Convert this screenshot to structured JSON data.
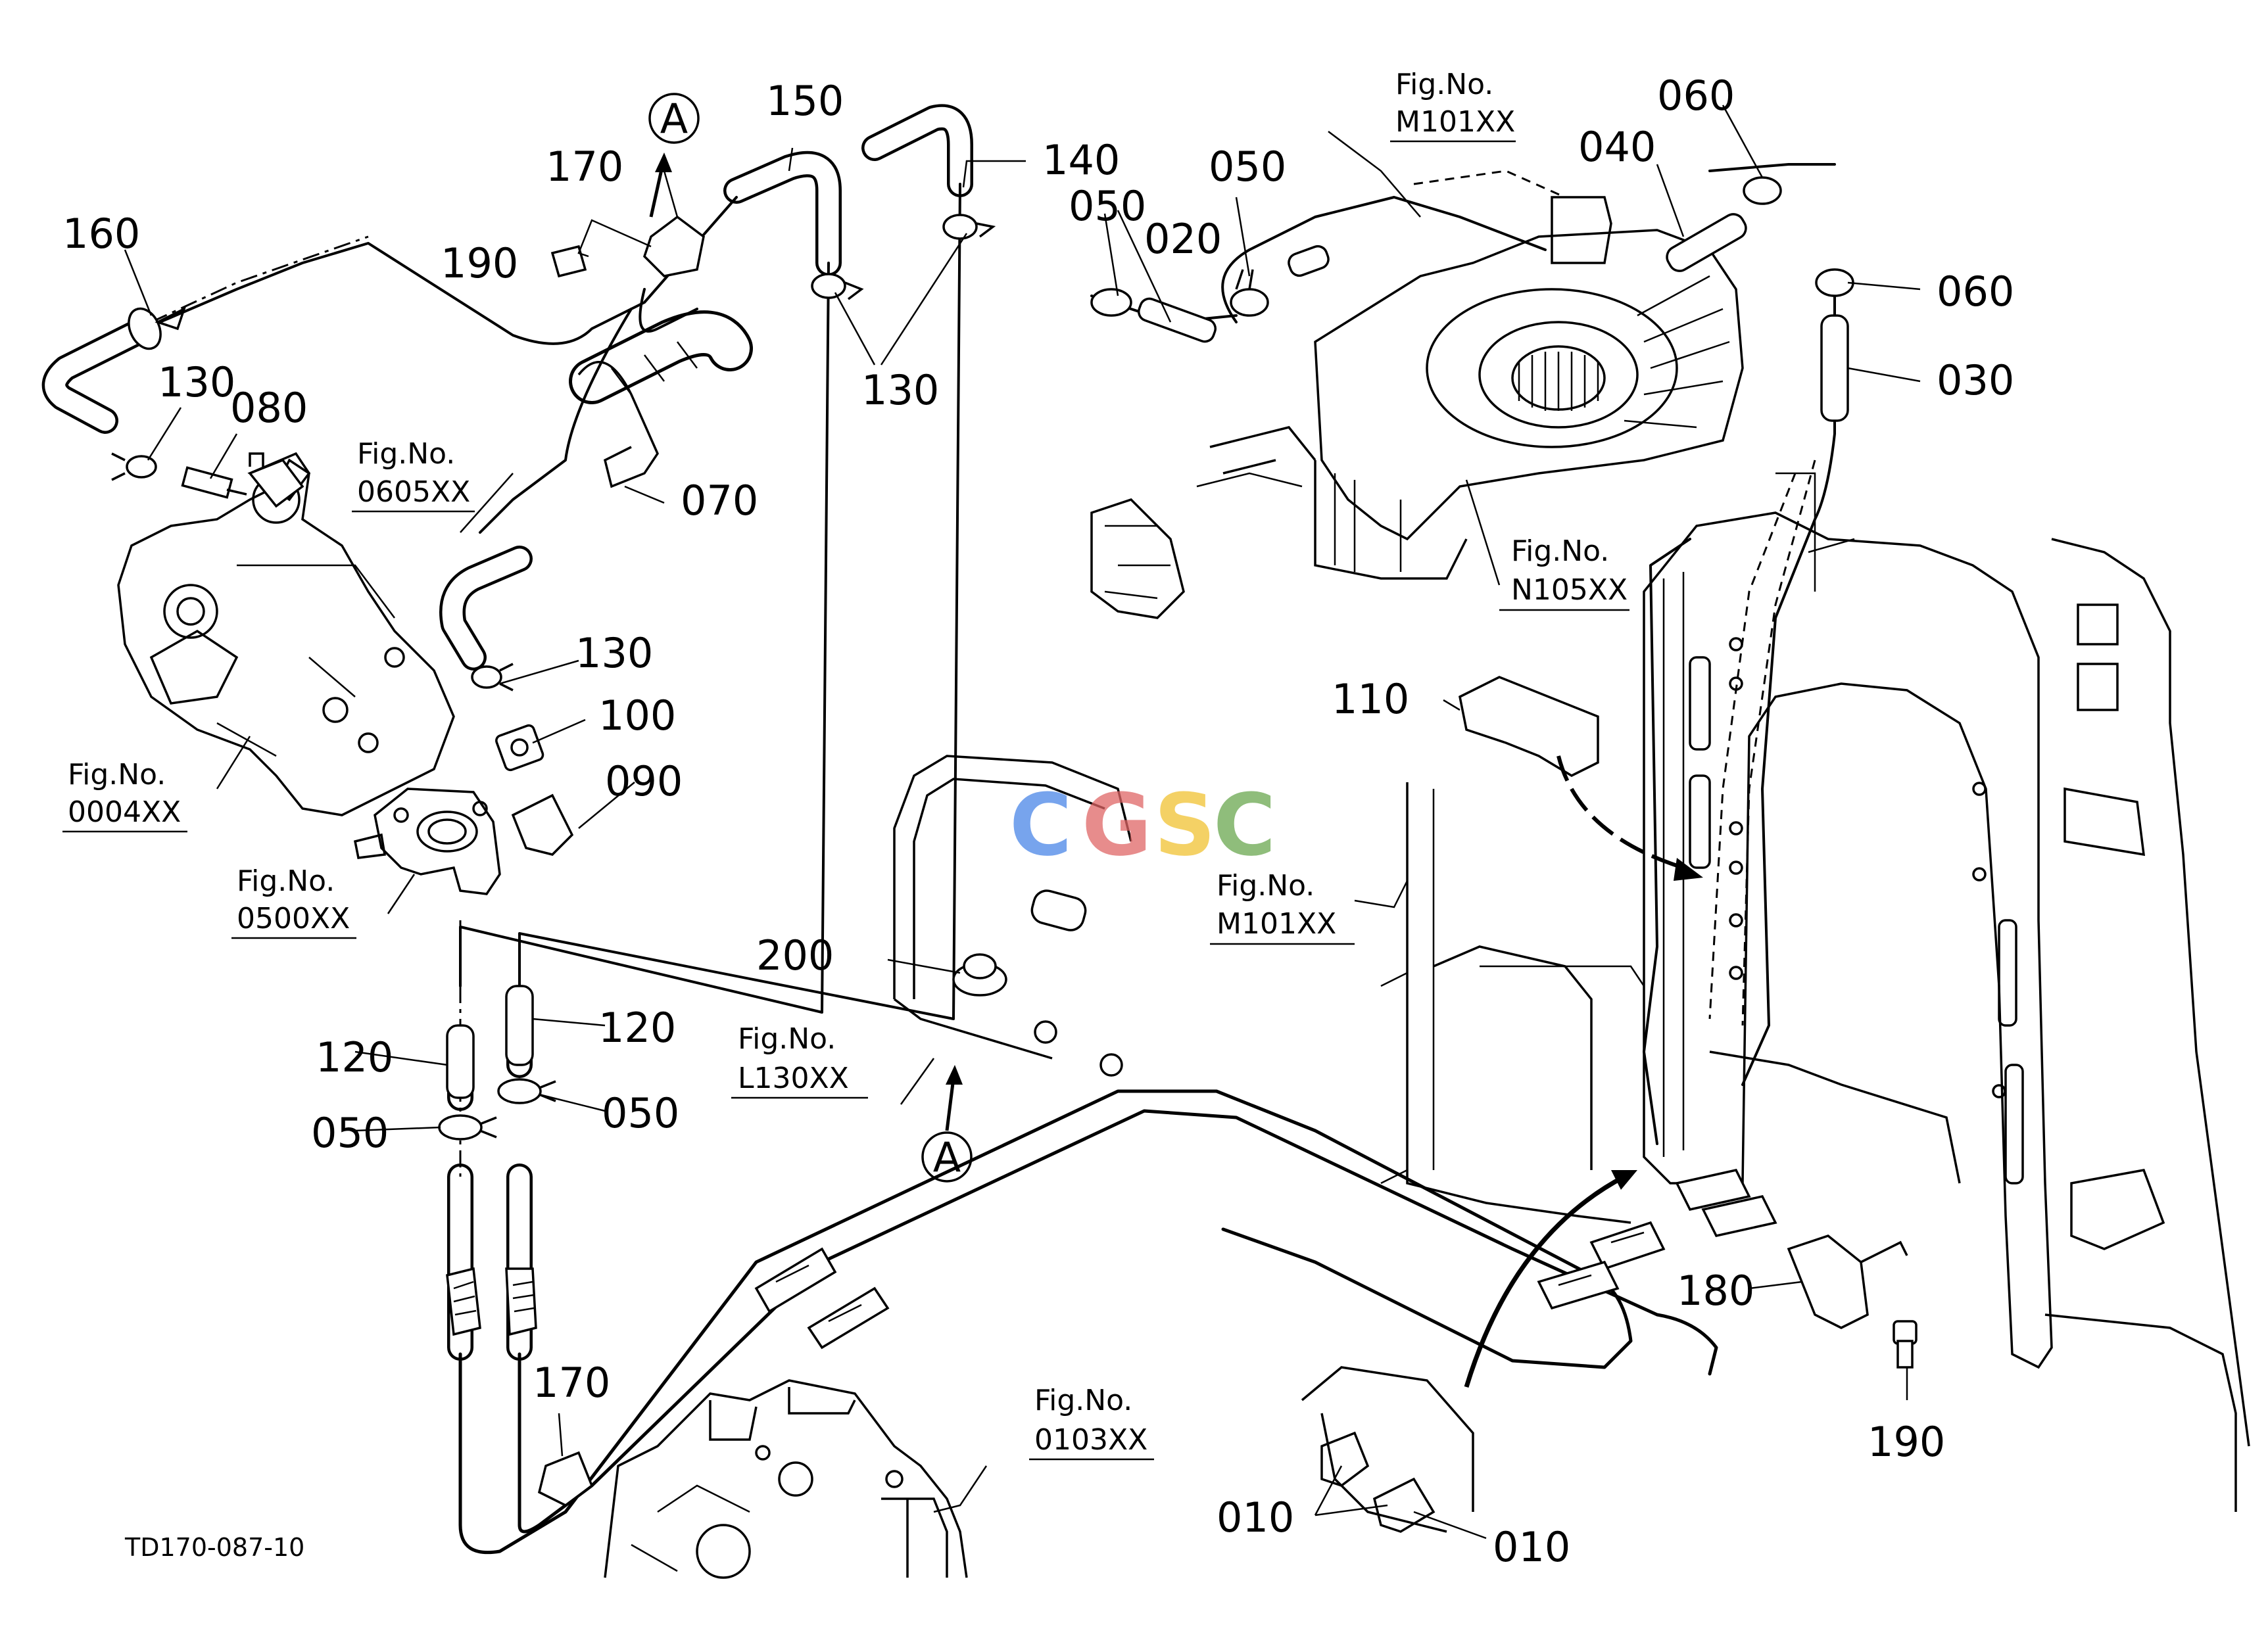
{
  "diagram": {
    "drawing_code": "TD170-087-10",
    "watermark": {
      "letters": [
        "C",
        "G",
        "S",
        "C"
      ],
      "colors": [
        "#4a86e8",
        "#e06666",
        "#f1c232",
        "#6aa84f"
      ]
    },
    "part_labels": {
      "p010_a": "010",
      "p010_b": "010",
      "p020": "020",
      "p030": "030",
      "p040": "040",
      "p050_a": "050",
      "p050_b": "050",
      "p050_c": "050",
      "p050_d": "050",
      "p060_a": "060",
      "p060_b": "060",
      "p070": "070",
      "p080": "080",
      "p090": "090",
      "p100": "100",
      "p110": "110",
      "p120_a": "120",
      "p120_b": "120",
      "p130_a": "130",
      "p130_b": "130",
      "p130_c": "130",
      "p140": "140",
      "p150": "150",
      "p160": "160",
      "p170_a": "170",
      "p170_b": "170",
      "p180": "180",
      "p190_a": "190",
      "p190_b": "190",
      "p200": "200"
    },
    "view_markers": {
      "marker_a_top": "A",
      "marker_a_bottom": "A"
    },
    "figure_refs": {
      "f0605": {
        "title": "Fig.No.",
        "code": "0605XX"
      },
      "f0004": {
        "title": "Fig.No.",
        "code": "0004XX"
      },
      "f0500": {
        "title": "Fig.No.",
        "code": "0500XX"
      },
      "fM101_top": {
        "title": "Fig.No.",
        "code": "M101XX"
      },
      "fN105": {
        "title": "Fig.No.",
        "code": "N105XX"
      },
      "fM101_mid": {
        "title": "Fig.No.",
        "code": "M101XX"
      },
      "fL130": {
        "title": "Fig.No.",
        "code": "L130XX"
      },
      "f0103": {
        "title": "Fig.No.",
        "code": "0103XX"
      }
    }
  }
}
